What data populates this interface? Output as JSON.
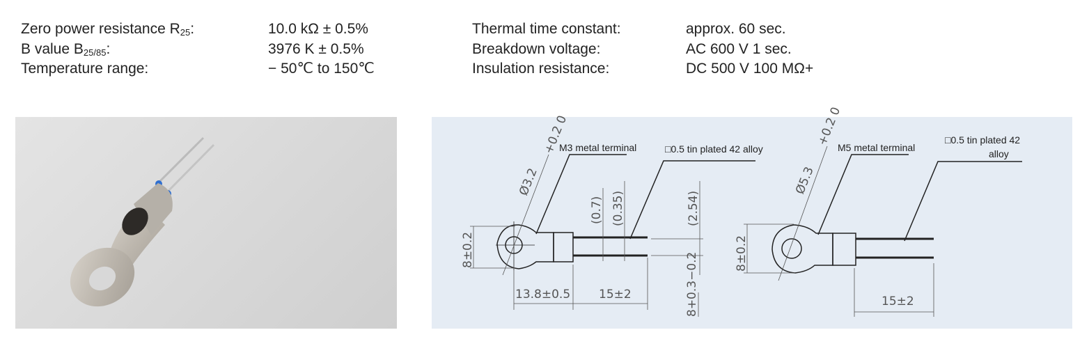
{
  "specs_left": [
    {
      "label": "Zero power resistance R",
      "label_sub": "25",
      "label_suffix": ":",
      "value": "10.0 kΩ ± 0.5%"
    },
    {
      "label": "B value  B",
      "label_sub": "25/85",
      "label_suffix": ":",
      "value": "3976 K ± 0.5%"
    },
    {
      "label": "Temperature range:",
      "value": "− 50℃ to 150℃"
    }
  ],
  "specs_right": [
    {
      "label": "Thermal time constant:",
      "value": "approx. 60 sec."
    },
    {
      "label": "Breakdown voltage:",
      "value": "AC 600 V 1 sec."
    },
    {
      "label": "Insulation resistance:",
      "value": "DC 500 V 100 MΩ+"
    }
  ],
  "drawing_m3": {
    "terminal_label": "M3 metal terminal",
    "lead_label": "□0.5 tin plated 42 alloy",
    "hole_dia": "Ø3.2",
    "hole_tol": "+0.2 0",
    "width_dim": "8±0.2",
    "length_dim": "13.8±0.5",
    "lead_length_dim": "15±2",
    "dim_07": "(0.7)",
    "dim_035": "(0.35)",
    "pitch_dim": "(2.54)",
    "thickness_dim": "8+0.3−0.2"
  },
  "drawing_m5": {
    "terminal_label": "M5 metal terminal",
    "lead_label_1": "□0.5 tin plated 42",
    "lead_label_2": "alloy",
    "hole_dia": "Ø5.3",
    "hole_tol": "+0.2 0",
    "width_dim": "8±0.2",
    "lead_length_dim": "15±2"
  },
  "colors": {
    "drawing_bg": "#e5ecf4",
    "line": "#222222"
  }
}
